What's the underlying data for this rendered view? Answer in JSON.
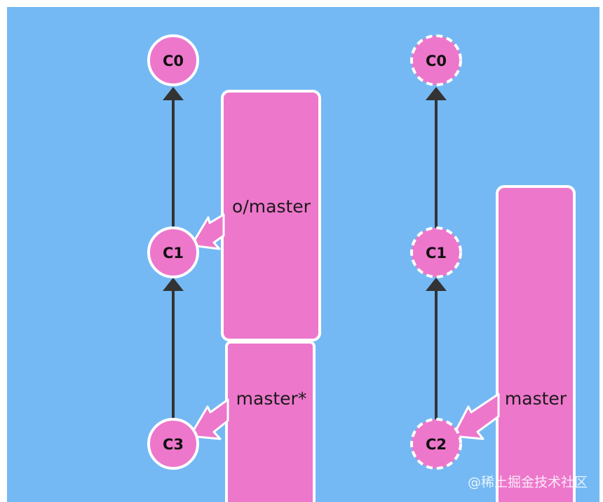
{
  "colors": {
    "background": "#74b9f4",
    "node_fill": "#ed77cb",
    "stroke": "#ffffff",
    "edge": "#333333"
  },
  "left_graph": {
    "commits": [
      {
        "id": "C0"
      },
      {
        "id": "C1"
      },
      {
        "id": "C3"
      }
    ],
    "branches": [
      {
        "label": "o/master",
        "target": "C1"
      },
      {
        "label": "master*",
        "target": "C3"
      }
    ]
  },
  "right_graph": {
    "commits": [
      {
        "id": "C0"
      },
      {
        "id": "C1"
      },
      {
        "id": "C2"
      }
    ],
    "branches": [
      {
        "label": "master",
        "target": "C2"
      }
    ]
  },
  "watermark": "@稀土掘金技术社区"
}
